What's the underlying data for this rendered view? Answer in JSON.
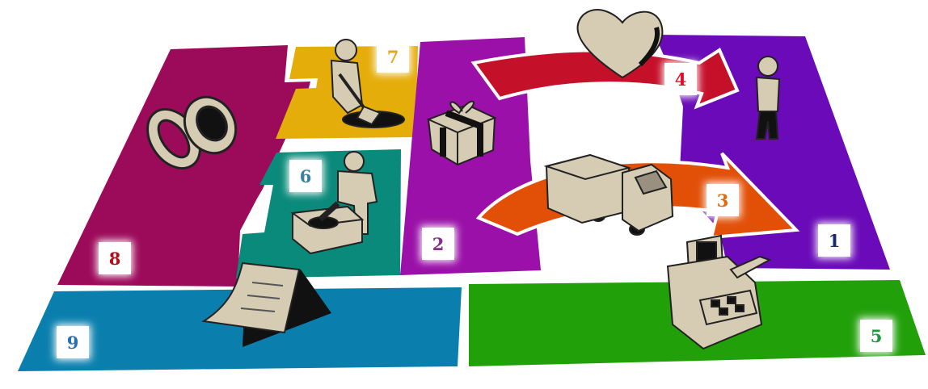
{
  "blocks": [
    {
      "id": "1",
      "label": "1",
      "color": "#1a2a6c"
    },
    {
      "id": "2",
      "label": "2",
      "color": "#8a2a8c"
    },
    {
      "id": "3",
      "label": "3",
      "color": "#e06a10"
    },
    {
      "id": "4",
      "label": "4",
      "color": "#e0102a"
    },
    {
      "id": "5",
      "label": "5",
      "color": "#1a9a3a"
    },
    {
      "id": "6",
      "label": "6",
      "color": "#3a7fa0"
    },
    {
      "id": "7",
      "label": "7",
      "color": "#e2a81a"
    },
    {
      "id": "8",
      "label": "8",
      "color": "#b0101a"
    },
    {
      "id": "9",
      "label": "9",
      "color": "#2a70b0"
    }
  ],
  "colors": {
    "partners": "#9c0a5a",
    "activities": "#e5ad09",
    "resources": "#0a8a7a",
    "value": "#9a10a8",
    "relations": "#c5102a",
    "channels": "#e25008",
    "segments": "#6a0ab8",
    "revenue": "#22a00a",
    "cost": "#0a7fae",
    "figure": "#d6cbb3"
  },
  "icons": [
    "rings-icon",
    "digging-person-icon",
    "worker-stamp-icon",
    "gift-icon",
    "heart-icon",
    "person-icon",
    "truck-icon",
    "cash-register-icon",
    "document-icon"
  ]
}
